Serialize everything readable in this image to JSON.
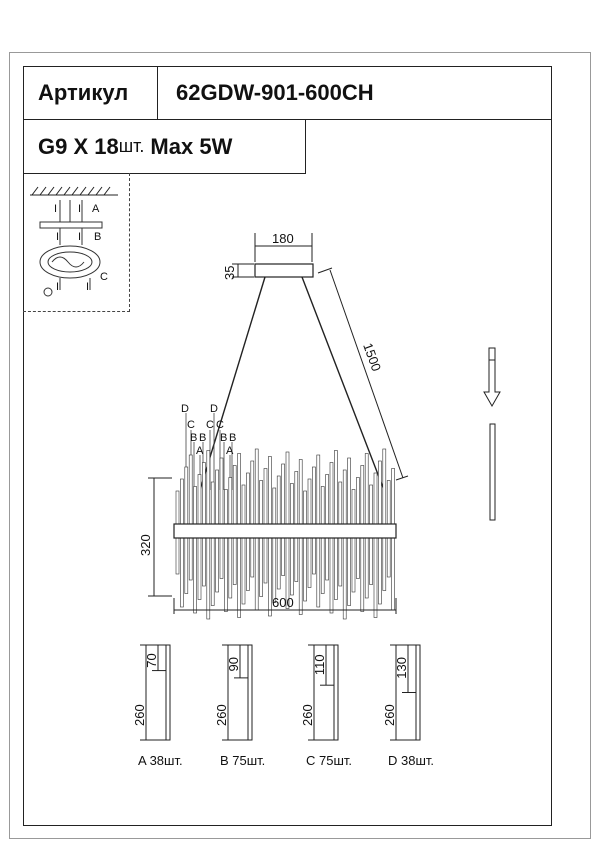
{
  "header": {
    "article_label": "Артикул",
    "article_value": "62GDW-901-600CH",
    "lamp_spec_prefix": "G9 X 18",
    "lamp_spec_unit": "шт.",
    "lamp_spec_power": "Max 5W"
  },
  "inset_diagram": {
    "labels": [
      "I",
      "I",
      "A",
      "I",
      "I",
      "B",
      "I",
      "I",
      "C"
    ]
  },
  "dimensions": {
    "canopy_width": "180",
    "canopy_height": "35",
    "cable_length": "1500",
    "body_height": "320",
    "body_width": "600"
  },
  "crystal_labels": {
    "left": [
      "D",
      "C",
      "B",
      "B",
      "A"
    ],
    "right": [
      "D",
      "C",
      "C",
      "B",
      "B",
      "A"
    ]
  },
  "crystal_types": [
    {
      "letter": "A",
      "count": "38",
      "unit": "шт.",
      "top": "70",
      "total": "260"
    },
    {
      "letter": "B",
      "count": "75",
      "unit": "шт.",
      "top": "90",
      "total": "260"
    },
    {
      "letter": "C",
      "count": "75",
      "unit": "шт.",
      "top": "110",
      "total": "260"
    },
    {
      "letter": "D",
      "count": "38",
      "unit": "шт.",
      "top": "130",
      "total": "260"
    }
  ]
}
